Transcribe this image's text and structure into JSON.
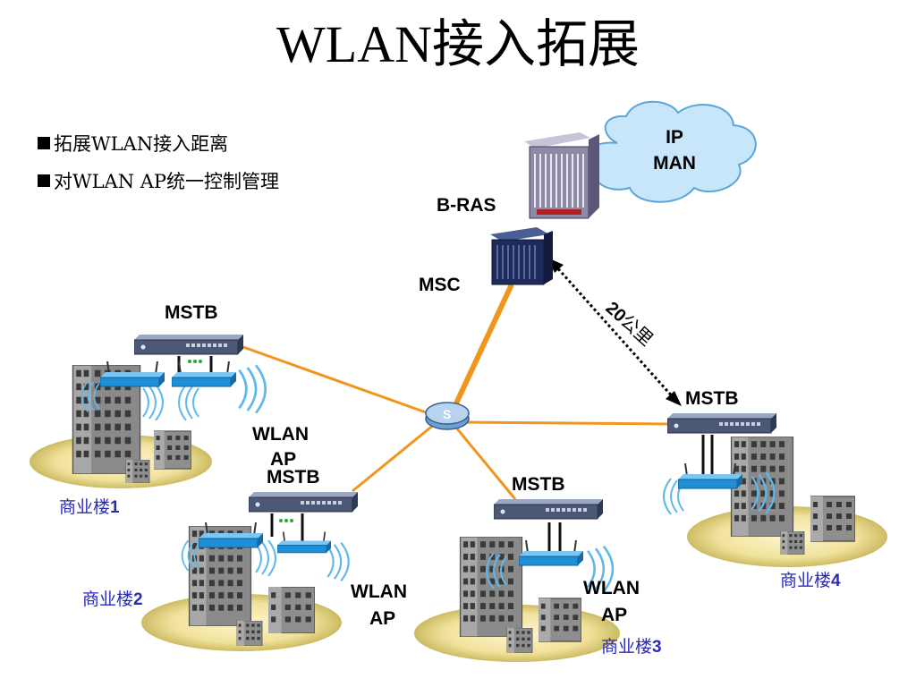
{
  "title": "WLAN接入拓展",
  "bullets": [
    "拓展WLAN接入距离",
    "对WLAN AP统一控制管理"
  ],
  "cloud_label_1": "IP",
  "cloud_label_2": "MAN",
  "bras_label": "B-RAS",
  "msc_label": "MSC",
  "distance_num": "20",
  "distance_unit": "公里",
  "mstb_label": "MSTB",
  "wlan_label": "WLAN",
  "ap_label": "AP",
  "building_prefix": "商业楼",
  "building_numbers": [
    "1",
    "2",
    "3",
    "4"
  ],
  "colors": {
    "link": "#f0961e",
    "cloud": "#c8e6fa",
    "building_label": "#2a2ab8"
  }
}
